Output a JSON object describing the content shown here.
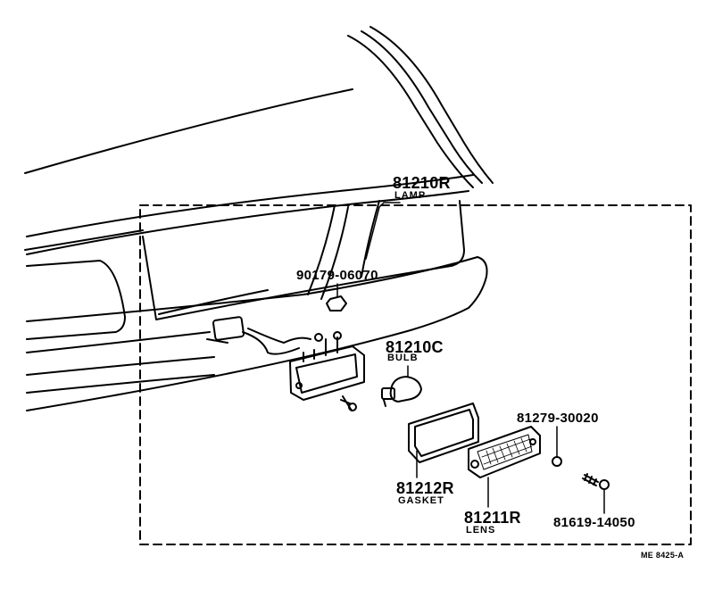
{
  "diagram": {
    "parts": [
      {
        "number": "81210R",
        "name": "LAMP"
      },
      {
        "number": "90179-06070",
        "name": ""
      },
      {
        "number": "81210C",
        "name": "BULB"
      },
      {
        "number": "81279-30020",
        "name": ""
      },
      {
        "number": "81212R",
        "name": "GASKET"
      },
      {
        "number": "81211R",
        "name": "LENS"
      },
      {
        "number": "81619-14050",
        "name": ""
      }
    ],
    "reference_code": "ME  8425-A"
  }
}
